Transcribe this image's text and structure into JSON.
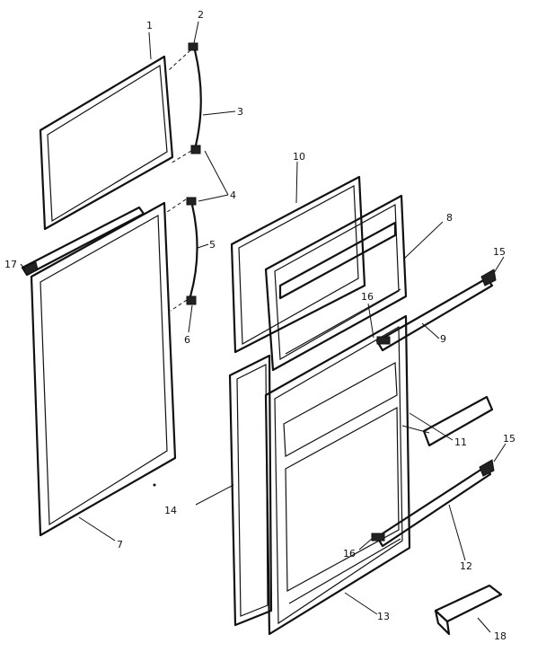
{
  "callouts": {
    "c1": "1",
    "c2": "2",
    "c3": "3",
    "c4": "4",
    "c5": "5",
    "c6": "6",
    "c7": "7",
    "c8": "8",
    "c9": "9",
    "c10": "10",
    "c11": "11",
    "c12": "12",
    "c13": "13",
    "c14": "14",
    "c15a": "15",
    "c15b": "15",
    "c16a": "16",
    "c16b": "16",
    "c17": "17",
    "c18": "18"
  }
}
